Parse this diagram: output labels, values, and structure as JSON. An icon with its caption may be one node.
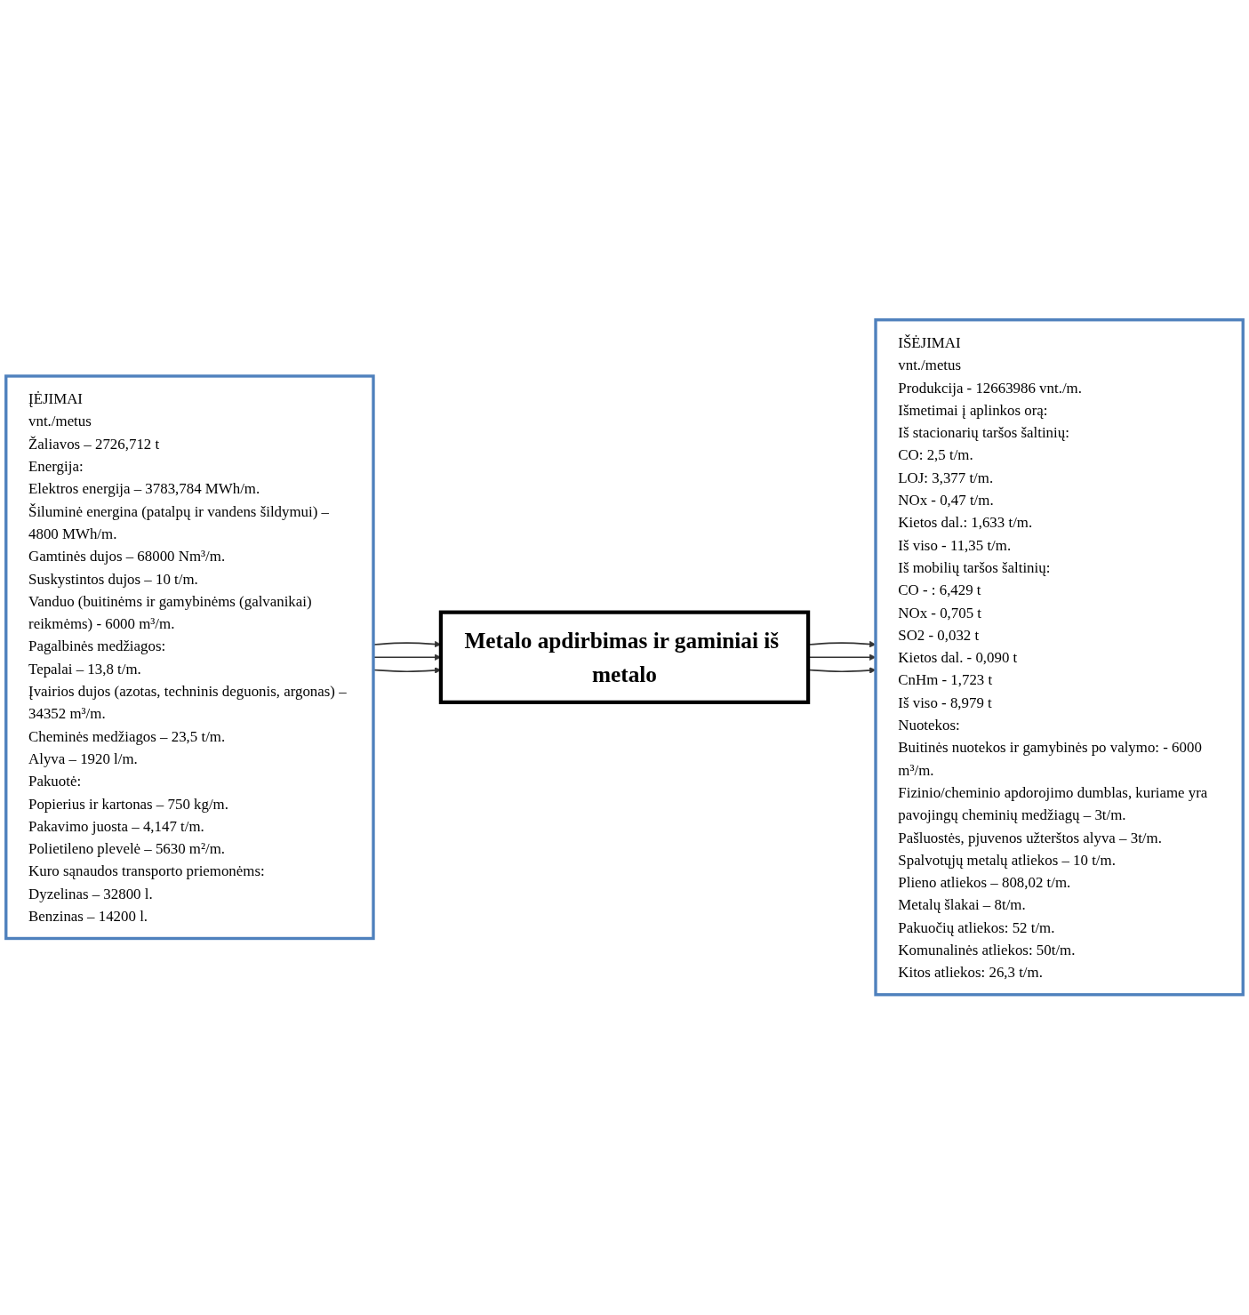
{
  "diagram": {
    "nodes": [
      {
        "text": [
          "ĮĖJIMAI",
          "vnt./metus",
          "Žaliavos – 2726,712 t",
          "Energija:",
          "Elektros energija – 3783,784 MWh/m.",
          "Šiluminė energina (patalpų ir vandens šildymui) – 4800 MWh/m.",
          "Gamtinės dujos – 68000 Nm³/m.",
          "Suskystintos dujos – 10 t/m.",
          "Vanduo (buitinėms ir gamybinėms (galvanikai) reikmėms) - 6000 m³/m.",
          "Pagalbinės medžiagos:",
          "Tepalai – 13,8 t/m.",
          "Įvairios dujos (azotas, techninis deguonis, argonas) – 34352 m³/m.",
          "Cheminės medžiagos – 23,5 t/m.",
          "Alyva – 1920 l/m.",
          "Pakuotė:",
          "Popierius ir kartonas – 750 kg/m.",
          "Pakavimo juosta – 4,147 t/m.",
          "Polietileno plevelė – 5630 m²/m.",
          "Kuro sąnaudos transporto priemonėms:",
          "Dyzelinas – 32800 l.",
          "Benzinas – 14200 l."
        ]
      },
      {
        "text": [
          "Metalo apdirbimas ir gaminiai iš metalo"
        ]
      },
      {
        "text": [
          "IŠĖJIMAI",
          "vnt./metus",
          "Produkcija - 12663986 vnt./m.",
          "Išmetimai į aplinkos orą:",
          "Iš stacionarių taršos šaltinių:",
          "CO: 2,5 t/m.",
          "LOJ: 3,377 t/m.",
          "NOx - 0,47 t/m.",
          "Kietos dal.: 1,633 t/m.",
          "Iš viso - 11,35 t/m.",
          "Iš mobilių taršos šaltinių:",
          "CO - : 6,429 t",
          "NOx - 0,705 t",
          "SO2 - 0,032 t",
          "Kietos dal. - 0,090 t",
          "CnHm - 1,723 t",
          "Iš viso - 8,979 t",
          "Nuotekos:",
          "Buitinės nuotekos ir gamybinės po valymo: - 6000 m³/m.",
          "Fizinio/cheminio apdorojimo dumblas, kuriame yra pavojingų cheminių medžiagų – 3t/m.",
          "Pašluostės, pjuvenos užterštos alyva – 3t/m.",
          "Spalvotųjų metalų atliekos – 10 t/m.",
          "Plieno atliekos – 808,02 t/m.",
          "Metalų šlakai – 8t/m.",
          "Pakuočių atliekos: 52 t/m.",
          "Komunalinės atliekos: 50t/m.",
          "Kitos atliekos: 26,3 t/m."
        ]
      }
    ],
    "edges": [
      {
        "from": 0,
        "to": 1,
        "arrow": "to"
      },
      {
        "from": 0,
        "to": 1,
        "arrow": "to"
      },
      {
        "from": 0,
        "to": 1,
        "arrow": "to"
      },
      {
        "from": 1,
        "to": 2,
        "arrow": "to"
      },
      {
        "from": 1,
        "to": 2,
        "arrow": "to"
      },
      {
        "from": 1,
        "to": 2,
        "arrow": "to"
      }
    ]
  }
}
